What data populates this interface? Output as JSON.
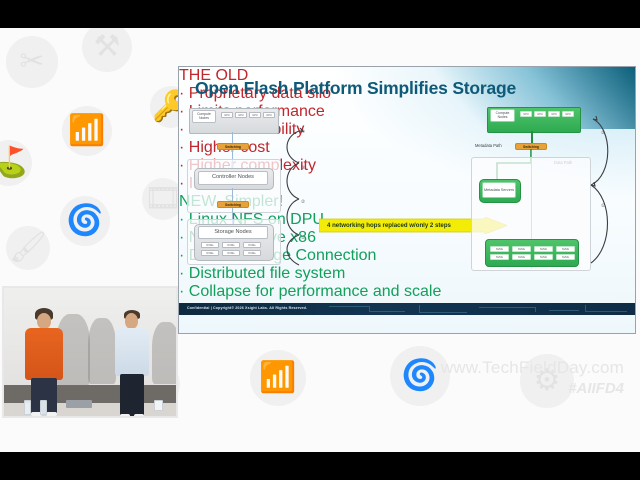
{
  "slide": {
    "title": "Open Flash Platform Simplifies Storage",
    "footer_text": "Confidential | Copyright© 2026 Xsight Labs. All Rights Reserved.",
    "old_block": {
      "heading": "THE OLD",
      "items": [
        "Proprietary data silo",
        "Limits performance",
        "Limits scalability",
        "Higher cost",
        "Higher complexity",
        "Inefficient"
      ]
    },
    "new_block": {
      "heading": "NEW, Simpler!",
      "items": [
        "Linux NFS on DPU",
        "No expensive x86",
        "Direct Storage Connection",
        "Distributed file system",
        "Collapse for performance and scale"
      ]
    },
    "arrow_banner": {
      "label": "4 networking hops replaced w/only 2 steps",
      "color": "#f3ec07"
    },
    "left_diagram": {
      "compute_nodes_label": "Compute Nodes",
      "gpu_label": "GPU",
      "gpu_count": 4,
      "switching_label": "Switching",
      "controller_nodes_label": "Controller Nodes",
      "storage_nodes_label": "Storage Nodes",
      "nvme_label": "NVMe",
      "nvme_count": 6,
      "hop_numbers": [
        "④",
        "③",
        "②",
        "①"
      ]
    },
    "right_diagram": {
      "compute_nodes_label": "Compute Nodes",
      "gpu_label": "GPU",
      "gpu_count": 4,
      "switching_label": "Switching",
      "metadata_path_label": "Metadata Path",
      "data_path_label": "Data Path",
      "metadata_servers_label": "Metadata Servers",
      "nvme_label": "NVMe",
      "nvme_count": 8,
      "hop_numbers": [
        "②",
        "①"
      ],
      "accent_color": "#2eaa52"
    },
    "colors": {
      "title": "#0e5a78",
      "old": "#c0272d",
      "new": "#12a05a",
      "switching": "#e7a33a"
    }
  },
  "branding": {
    "url": "www.TechFieldDay.com",
    "hashtag": "#AIIFD4"
  },
  "watermarks": [
    "scissors-icon",
    "tools-icon",
    "key-icon",
    "wifi-icon",
    "hockey-icon",
    "swirl-icon",
    "film-icon",
    "brush-icon",
    "circle-icon",
    "wifi-icon-2",
    "swirl-icon-2"
  ]
}
